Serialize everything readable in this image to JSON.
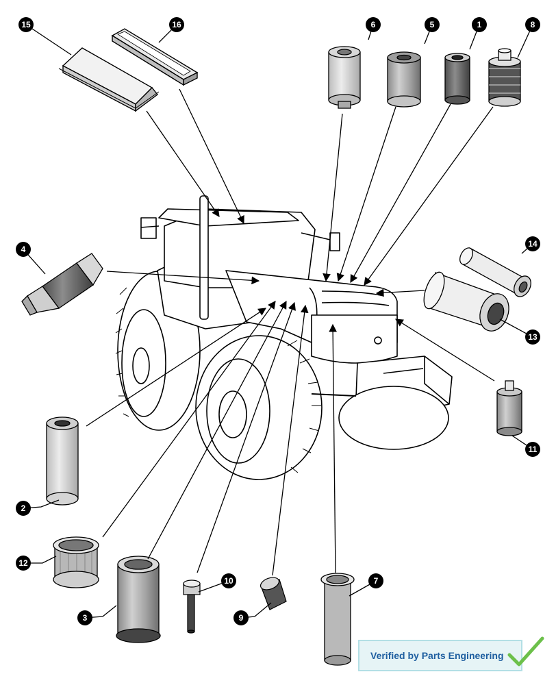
{
  "callouts": [
    {
      "num": "15"
    },
    {
      "num": "16"
    },
    {
      "num": "6"
    },
    {
      "num": "5"
    },
    {
      "num": "1"
    },
    {
      "num": "8"
    },
    {
      "num": "4"
    },
    {
      "num": "14"
    },
    {
      "num": "13"
    },
    {
      "num": "11"
    },
    {
      "num": "2"
    },
    {
      "num": "12"
    },
    {
      "num": "3"
    },
    {
      "num": "10"
    },
    {
      "num": "9"
    },
    {
      "num": "7"
    }
  ],
  "stamp": {
    "text": "Verified by Parts Engineering",
    "check_color": "#6cc04a"
  },
  "colors": {
    "line": "#000000",
    "metal_grey": "#a8a8a8",
    "dark_grey": "#6a6a6a",
    "light": "#ededed"
  }
}
